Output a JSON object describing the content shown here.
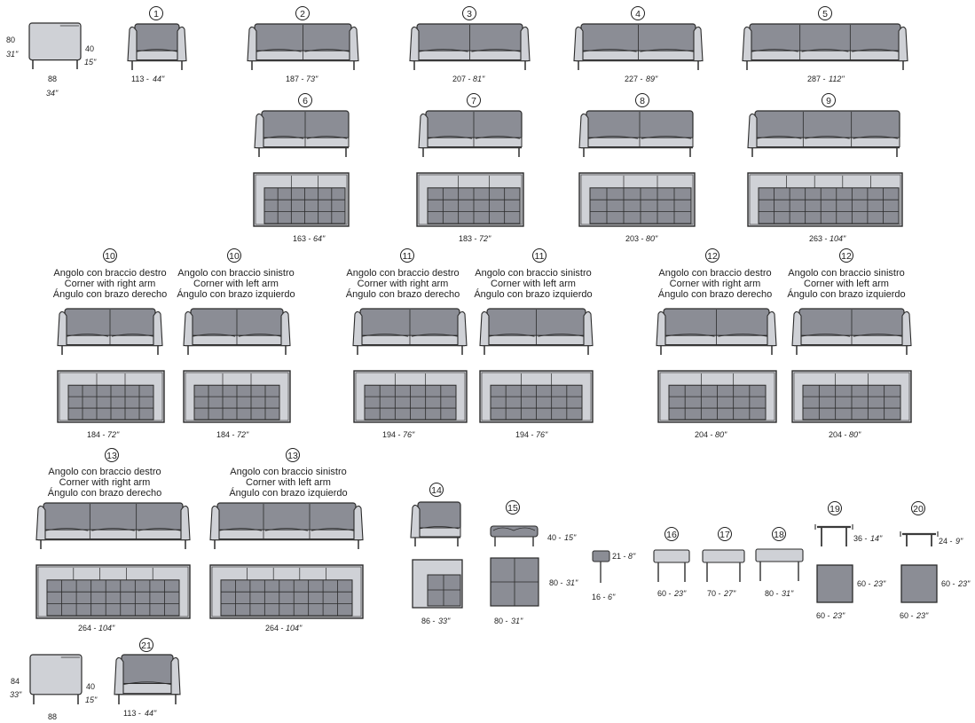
{
  "colors": {
    "upholstery": "#8b8d95",
    "light": "#cfd1d6",
    "outline": "#2b2b2b",
    "frame": "#3a3a3a"
  },
  "side_view_top": {
    "height_cm": "80",
    "height_in": "31\"",
    "seat_cm": "40",
    "seat_in": "15\"",
    "depth_cm": "88",
    "depth_in": "34\""
  },
  "side_view_bottom": {
    "height_cm": "84",
    "height_in": "33\"",
    "seat_cm": "40",
    "seat_in": "15\"",
    "depth_cm": "88"
  },
  "row1": [
    {
      "num": "1",
      "cm": "113 -",
      "in": "44\""
    },
    {
      "num": "2",
      "cm": "187 -",
      "in": "73\""
    },
    {
      "num": "3",
      "cm": "207 -",
      "in": "81\""
    },
    {
      "num": "4",
      "cm": "227 -",
      "in": "89\""
    },
    {
      "num": "5",
      "cm": "287 -",
      "in": "112\""
    }
  ],
  "row2": [
    {
      "num": "6",
      "cm": "163 -",
      "in": "64\""
    },
    {
      "num": "7",
      "cm": "183 -",
      "in": "72\""
    },
    {
      "num": "8",
      "cm": "203 -",
      "in": "80\""
    },
    {
      "num": "9",
      "cm": "263 -",
      "in": "104\""
    }
  ],
  "corner_label": {
    "right": [
      "Angolo con  braccio destro",
      "Corner with  right arm",
      "Ángulo con  brazo derecho"
    ],
    "left": [
      "Angolo con  braccio sinistro",
      "Corner with  left arm",
      "Ángulo con  brazo izquierdo"
    ]
  },
  "row3": [
    {
      "num": "10",
      "cm": "184 -",
      "in": "72\""
    },
    {
      "num": "10",
      "cm": "184 -",
      "in": "72\""
    },
    {
      "num": "11",
      "cm": "194 -",
      "in": "76\""
    },
    {
      "num": "11",
      "cm": "194 -",
      "in": "76\""
    },
    {
      "num": "12",
      "cm": "204 -",
      "in": "80\""
    },
    {
      "num": "12",
      "cm": "204 -",
      "in": "80\""
    }
  ],
  "row4": [
    {
      "num": "13",
      "cm": "264 -",
      "in": "104\""
    },
    {
      "num": "13",
      "cm": "264 -",
      "in": "104\""
    }
  ],
  "item14": {
    "num": "14",
    "cm": "86 -",
    "in": "33\""
  },
  "item15": {
    "num": "15",
    "h_cm": "40 -",
    "h_in": "15\"",
    "d_cm": "80 -",
    "d_in": "31\"",
    "w_cm": "80 -",
    "w_in": "31\""
  },
  "side_table": {
    "h_cm": "21 -",
    "h_in": "8\"",
    "w_cm": "16 -",
    "w_in": "6\""
  },
  "item16": {
    "num": "16",
    "cm": "60 -",
    "in": "23\""
  },
  "item17": {
    "num": "17",
    "cm": "70 -",
    "in": "27\""
  },
  "item18": {
    "num": "18",
    "cm": "80 -",
    "in": "31\""
  },
  "item19": {
    "num": "19",
    "h_cm": "36 -",
    "h_in": "14\"",
    "d_cm": "60 -",
    "d_in": "23\"",
    "w_cm": "60 -",
    "w_in": "23\""
  },
  "item20": {
    "num": "20",
    "h_cm": "24 -",
    "h_in": "9\"",
    "d_cm": "60 -",
    "d_in": "23\"",
    "w_cm": "60 -",
    "w_in": "23\""
  },
  "item21": {
    "num": "21",
    "cm": "113 -",
    "in": "44\""
  }
}
